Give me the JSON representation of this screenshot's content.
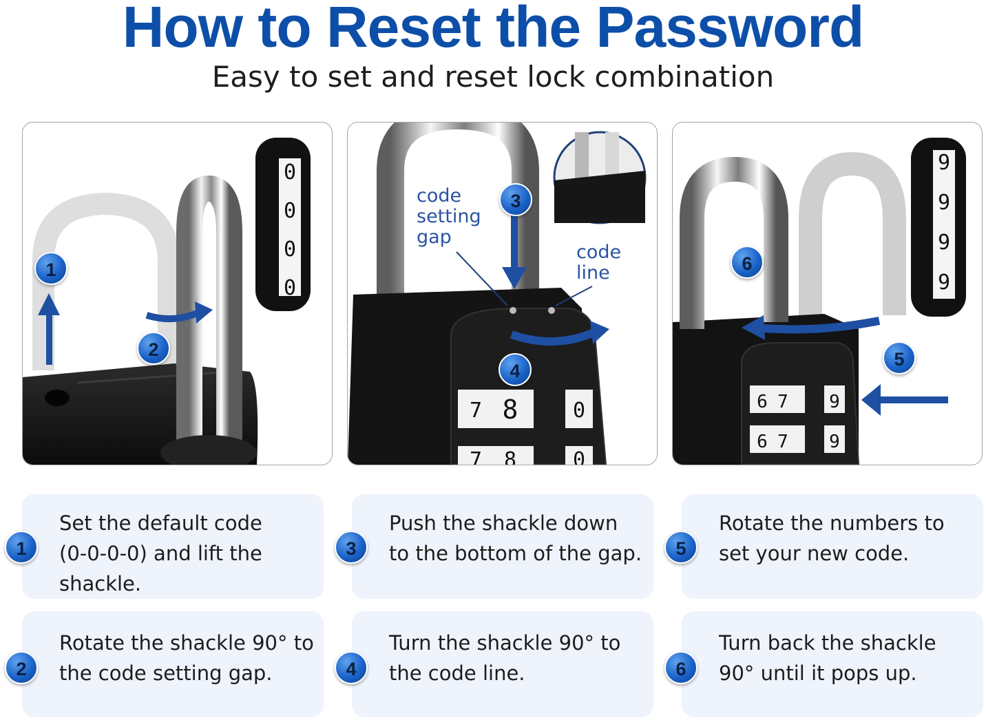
{
  "header": {
    "title": "How to Reset the Password",
    "subtitle": "Easy to set and reset lock combination"
  },
  "panels": [
    {
      "step_badges": [
        "1",
        "2"
      ],
      "dial_digits": [
        "0",
        "0",
        "0",
        "0"
      ]
    },
    {
      "step_badges": [
        "3",
        "4"
      ],
      "labels": {
        "gap": [
          "code",
          "setting",
          "gap"
        ],
        "line": [
          "code",
          "line"
        ]
      },
      "dial_digits": [
        "7",
        "8",
        "0",
        "7",
        "8",
        "0"
      ]
    },
    {
      "step_badges": [
        "6",
        "5"
      ],
      "dial_digits": [
        "9",
        "9",
        "9",
        "9",
        "6",
        "7",
        "9",
        "6",
        "7",
        "9"
      ]
    }
  ],
  "steps": [
    {
      "num": "1",
      "lines": [
        "Set the default code",
        "(0-0-0-0) and lift the",
        "shackle."
      ]
    },
    {
      "num": "2",
      "lines": [
        "Rotate the shackle 90° to",
        "the code setting gap."
      ]
    },
    {
      "num": "3",
      "lines": [
        "Push the shackle down",
        "to the bottom of the gap."
      ]
    },
    {
      "num": "4",
      "lines": [
        "Turn the shackle 90° to",
        "the code line."
      ]
    },
    {
      "num": "5",
      "lines": [
        "Rotate the numbers to",
        "set your new code."
      ]
    },
    {
      "num": "6",
      "lines": [
        "Turn back the shackle",
        "90° until it pops up."
      ]
    }
  ],
  "colors": {
    "accent": "#0d4fa8",
    "card_bg": "#eef3fc",
    "badge": "#1b63c9"
  }
}
